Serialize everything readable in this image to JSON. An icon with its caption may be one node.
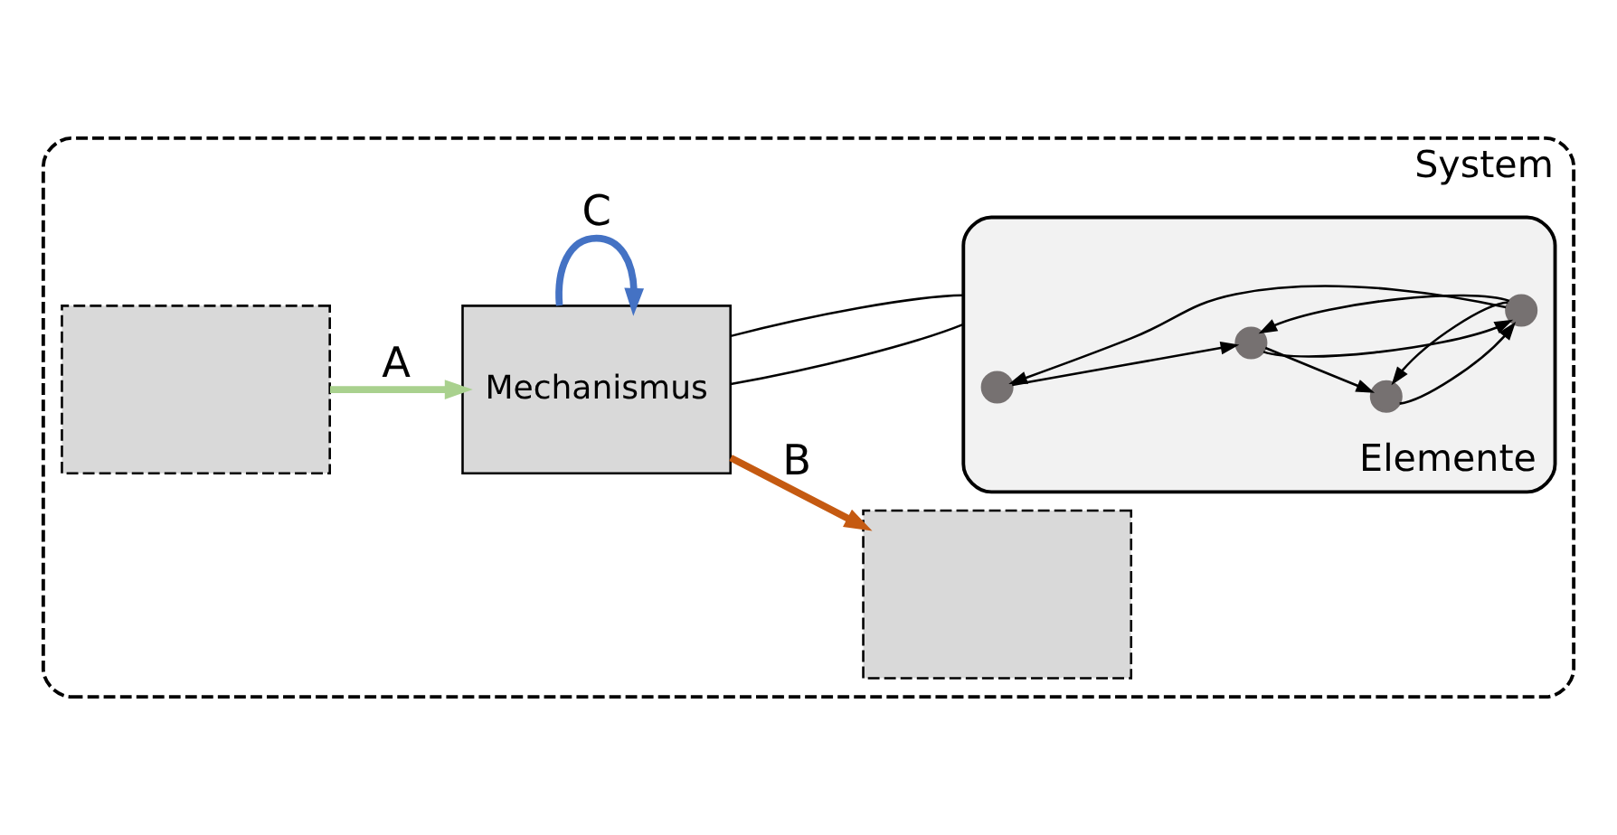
{
  "diagram": {
    "nodes": [
      {
        "text": [
          "System"
        ]
      },
      {
        "text": [],
        "shape": "box",
        "in": 0
      },
      {
        "text": [
          "Mechanismus"
        ],
        "in": 0
      },
      {
        "text": [],
        "shape": "box",
        "in": 0
      },
      {
        "text": [
          "Elemente"
        ],
        "in": 0
      },
      {
        "text": [],
        "shape": "circle",
        "in": 4
      },
      {
        "text": [],
        "shape": "circle",
        "in": 4
      },
      {
        "text": [],
        "shape": "circle",
        "in": 4
      },
      {
        "text": [],
        "shape": "circle",
        "in": 4
      }
    ],
    "edges": [
      {
        "from": 1,
        "to": 2,
        "arrow": "to",
        "label": "A",
        "style": "thick",
        "color": "#a9d18e"
      },
      {
        "from": 2,
        "to": 2,
        "arrow": "to",
        "label": "C",
        "style": "thick",
        "color": "#4472c4"
      },
      {
        "from": 2,
        "to": 3,
        "arrow": "to",
        "label": "B",
        "style": "thick",
        "color": "#c55a11"
      },
      {
        "from": 2,
        "to": 4,
        "arrow": "none"
      },
      {
        "from": 2,
        "to": 4,
        "arrow": "none"
      },
      {
        "from": 5,
        "to": 6,
        "arrow": "to"
      },
      {
        "from": 6,
        "to": 7,
        "arrow": "to"
      },
      {
        "from": 8,
        "to": 5,
        "arrow": "to"
      },
      {
        "from": 8,
        "to": 6,
        "arrow": "to"
      },
      {
        "from": 6,
        "to": 8,
        "arrow": "to"
      },
      {
        "from": 8,
        "to": 7,
        "arrow": "to"
      },
      {
        "from": 7,
        "to": 8,
        "arrow": "to"
      }
    ]
  }
}
